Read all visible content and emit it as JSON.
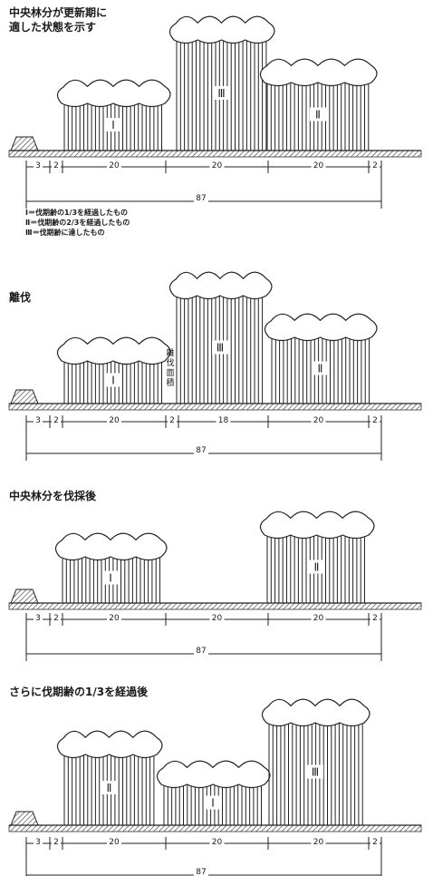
{
  "panels": [
    {
      "title": [
        "中央林分が更新期に",
        "適した状態を示す"
      ],
      "stands": [
        {
          "roman": "Ⅰ",
          "present": true
        },
        {
          "roman": "Ⅲ",
          "present": true
        },
        {
          "roman": "Ⅱ",
          "present": true
        }
      ],
      "gap_text": "",
      "segments": [
        "3",
        "2",
        "20",
        "20",
        "20",
        "2"
      ],
      "total": "87"
    },
    {
      "title": [
        "離伐"
      ],
      "stands": [
        {
          "roman": "Ⅰ",
          "present": true
        },
        {
          "roman": "Ⅲ",
          "present": true
        },
        {
          "roman": "Ⅱ",
          "present": true
        }
      ],
      "gap_text": "離伐面積",
      "segments": [
        "3",
        "2",
        "20",
        "2",
        "18",
        "20",
        "2"
      ],
      "total": "87"
    },
    {
      "title": [
        "中央林分を伐採後"
      ],
      "stands": [
        {
          "roman": "Ⅰ",
          "present": true
        },
        {
          "roman": "",
          "present": false
        },
        {
          "roman": "Ⅱ",
          "present": true
        }
      ],
      "gap_text": "",
      "segments": [
        "3",
        "2",
        "20",
        "20",
        "20",
        "2"
      ],
      "total": "87"
    },
    {
      "title": [
        "さらに伐期齢の1/3を経過後"
      ],
      "stands": [
        {
          "roman": "Ⅱ",
          "present": true
        },
        {
          "roman": "Ⅰ",
          "present": true
        },
        {
          "roman": "Ⅲ",
          "present": true
        }
      ],
      "gap_text": "",
      "segments": [
        "3",
        "2",
        "20",
        "20",
        "20",
        "2"
      ],
      "total": "87"
    }
  ],
  "legend": [
    "Ⅰ＝伐期齢の1/3を経過したもの",
    "Ⅱ＝伐期齢の2/3を経過したもの",
    "Ⅲ＝伐期齢に達したもの"
  ]
}
